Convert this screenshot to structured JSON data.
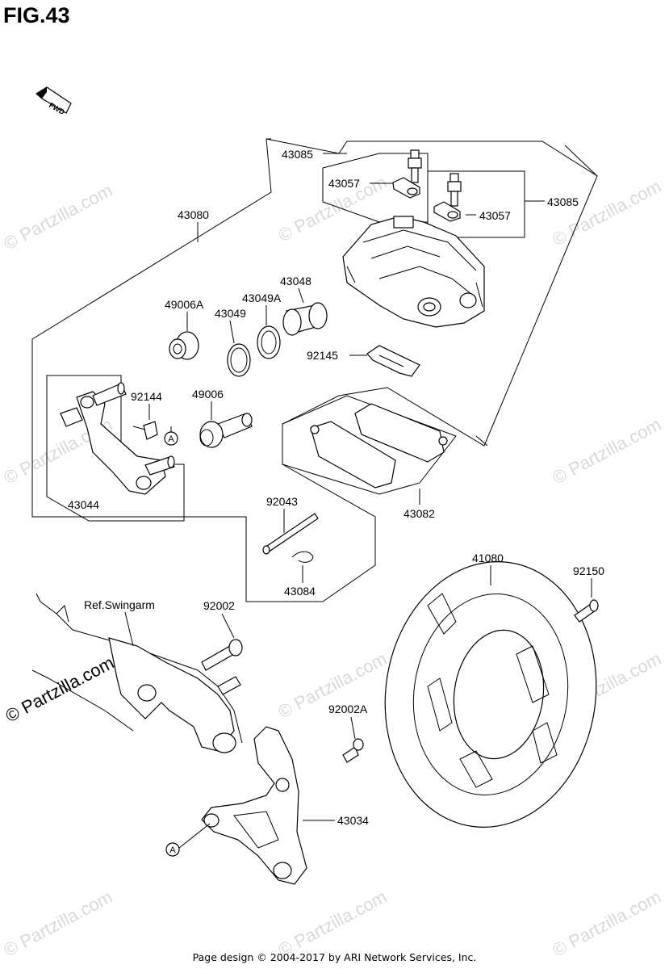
{
  "figure": {
    "title": "FIG.43"
  },
  "fwd_label": "FWD",
  "reference_label": "Ref.Swingarm",
  "callout_a": "A",
  "watermark": "© Partzilla.com",
  "footer": "Page design © 2004-2017 by ARI Network Services, Inc.",
  "parts": {
    "p43085_top": "43085",
    "p43057_left": "43057",
    "p43085_right": "43085",
    "p43057_right": "43057",
    "p43080": "43080",
    "p43048": "43048",
    "p43049A": "43049A",
    "p49006A": "49006A",
    "p43049": "43049",
    "p92145": "92145",
    "p92144": "92144",
    "p49006": "49006",
    "p43044": "43044",
    "p43082": "43082",
    "p92043": "92043",
    "p43084": "43084",
    "p41080": "41080",
    "p92150": "92150",
    "p92002": "92002",
    "p92002A": "92002A",
    "p43034": "43034"
  }
}
